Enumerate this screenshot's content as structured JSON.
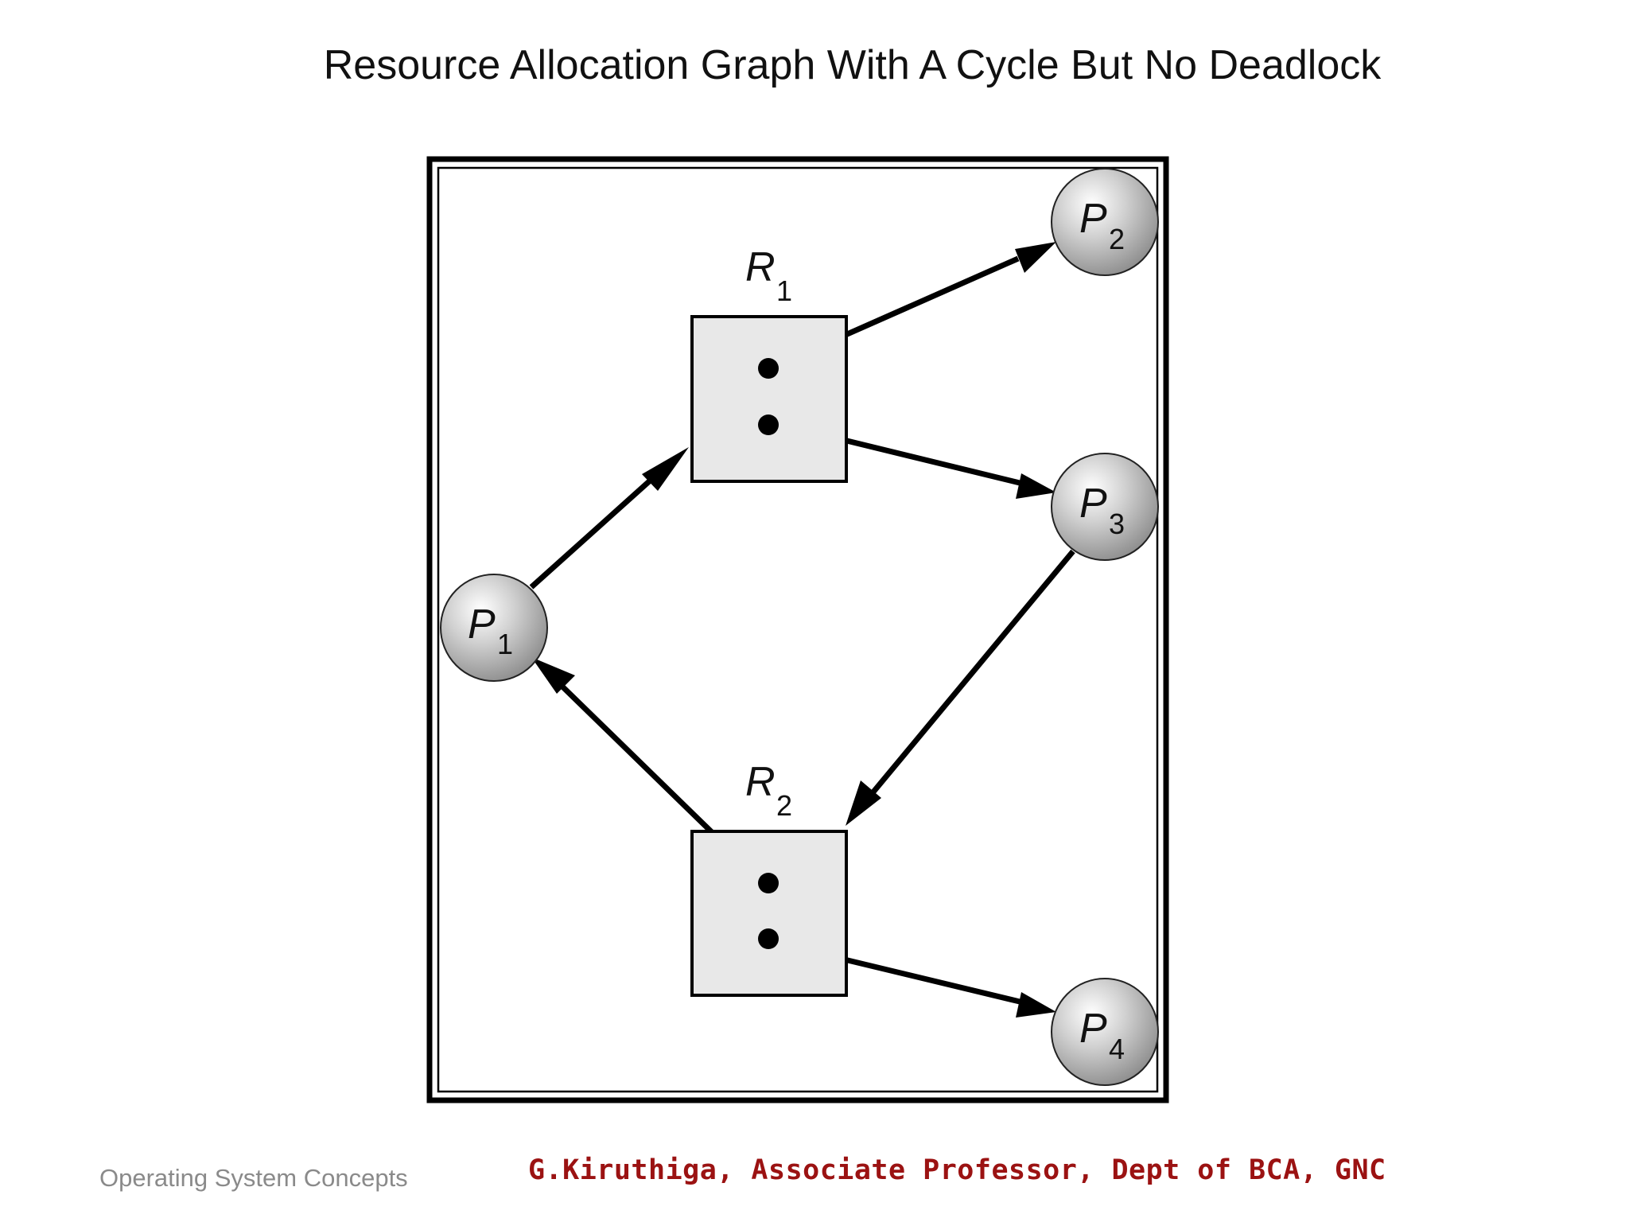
{
  "title": "Resource Allocation Graph With A Cycle But No Deadlock",
  "footer": {
    "course": "Operating System Concepts",
    "credit": "G.Kiruthiga, Associate Professor, Dept of BCA, GNC"
  },
  "graph": {
    "processes": [
      {
        "id": "P1",
        "letter": "P",
        "sub": "1"
      },
      {
        "id": "P2",
        "letter": "P",
        "sub": "2"
      },
      {
        "id": "P3",
        "letter": "P",
        "sub": "3"
      },
      {
        "id": "P4",
        "letter": "P",
        "sub": "4"
      }
    ],
    "resources": [
      {
        "id": "R1",
        "letter": "R",
        "sub": "1",
        "instances": 2
      },
      {
        "id": "R2",
        "letter": "R",
        "sub": "2",
        "instances": 2
      }
    ],
    "edges": [
      {
        "from": "P1",
        "to": "R1",
        "kind": "request"
      },
      {
        "from": "R1",
        "to": "P2",
        "kind": "assignment"
      },
      {
        "from": "R1",
        "to": "P3",
        "kind": "assignment"
      },
      {
        "from": "P3",
        "to": "R2",
        "kind": "request"
      },
      {
        "from": "R2",
        "to": "P1",
        "kind": "assignment"
      },
      {
        "from": "R2",
        "to": "P4",
        "kind": "assignment"
      }
    ],
    "colors": {
      "node_fill": "#c8c8c8",
      "resource_fill": "#e8e8e8",
      "edge": "#000000"
    }
  }
}
